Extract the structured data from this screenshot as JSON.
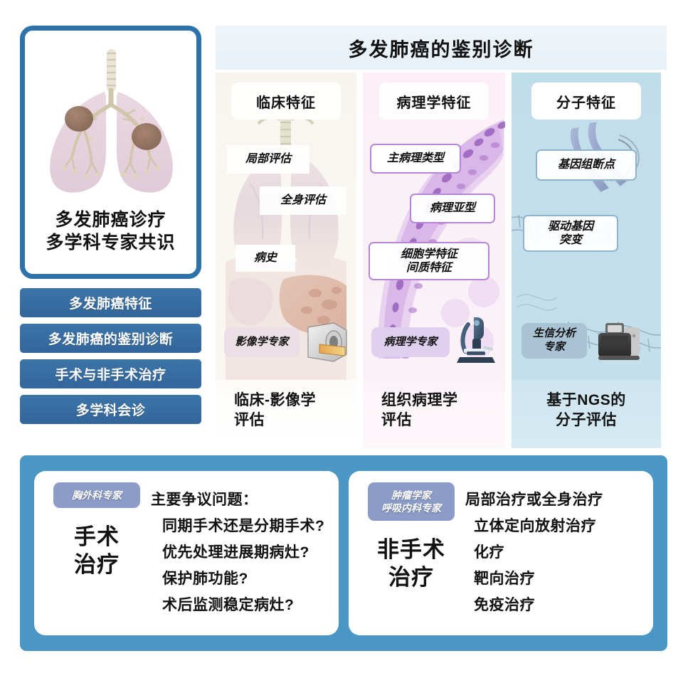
{
  "sidebar": {
    "hero": {
      "art_icon": "lungs-with-tumors-illustration",
      "caption_line1": "多发肺癌诊疗",
      "caption_line2": "多学科专家共识"
    },
    "items": [
      {
        "label": "多发肺癌特征"
      },
      {
        "label": "多发肺癌的鉴别诊断"
      },
      {
        "label": "手术与非手术治疗"
      },
      {
        "label": "多学科会诊"
      }
    ]
  },
  "header": {
    "title": "多发肺癌的鉴别诊断"
  },
  "columns": [
    {
      "key": "clinical",
      "header": "临床特征",
      "art_icon": "thorax-anatomy-illustration",
      "chips": [
        {
          "label": "局部评估"
        },
        {
          "label": "全身评估"
        },
        {
          "label": "病史"
        }
      ],
      "expert_badge": "影像学专家",
      "equipment_icon": "ct-scanner-icon",
      "footer_line1": "临床-影像学",
      "footer_line2": "评估"
    },
    {
      "key": "pathology",
      "header": "病理学特征",
      "art_icon": "histology-slide-illustration",
      "chips": [
        {
          "label": "主病理类型"
        },
        {
          "label": "病理亚型"
        },
        {
          "label": "细胞学特征\n间质特征"
        }
      ],
      "expert_badge": "病理学专家",
      "equipment_icon": "microscope-icon",
      "footer_line1": "组织病理学",
      "footer_line2": "评估"
    },
    {
      "key": "molecular",
      "header": "分子特征",
      "art_icon": "chromosome-dna-illustration",
      "chips": [
        {
          "label": "基因组断点"
        },
        {
          "label": "驱动基因\n突变"
        }
      ],
      "expert_badge": "生信分析\n专家",
      "equipment_icon": "ngs-sequencer-icon",
      "footer_line1": "基于NGS的",
      "footer_line2": "分子评估"
    }
  ],
  "bottom": {
    "surgical": {
      "badge": "胸外科专家",
      "title_line1": "手术",
      "title_line2": "治疗",
      "heading": "主要争议问题：",
      "lines": [
        "同期手术还是分期手术?",
        "优先处理进展期病灶?",
        "保护肺功能?",
        "术后监测稳定病灶?"
      ]
    },
    "nonsurgical": {
      "badge_line1": "肿瘤学家",
      "badge_line2": "呼吸内科专家",
      "title_line1": "非手术",
      "title_line2": "治疗",
      "heading": "局部治疗或全身治疗",
      "lines": [
        "立体定向放射治疗",
        "化疗",
        "靶向治疗",
        "免疫治疗"
      ]
    }
  },
  "colors": {
    "sidebar_border": "#2e72ab",
    "nav_button": "#36699e",
    "bottom_panel": "#4a97c6",
    "col_clinical_bg": "#f7f4ee",
    "col_pathology_bg": "#fbeef6",
    "col_molecular_bg": "#bfdcea",
    "chip_purple_border": "#b785d6",
    "chip_blue_border": "#8fb3cc",
    "badge_surgical": "#8b9cc8"
  }
}
